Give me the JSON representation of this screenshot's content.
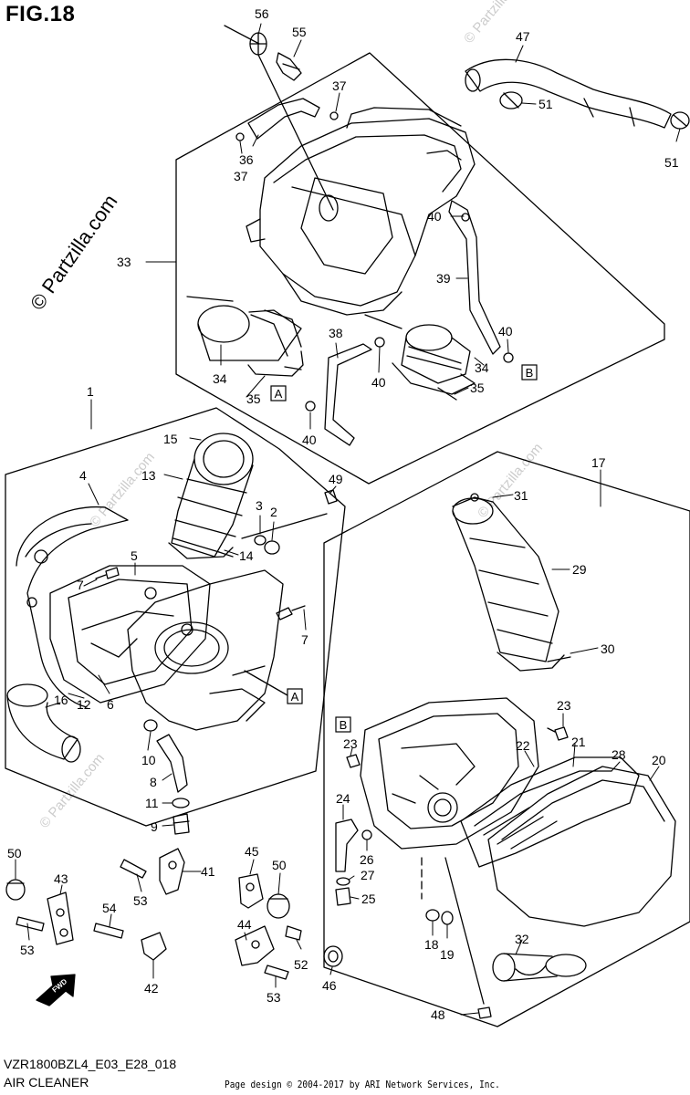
{
  "figure": {
    "title": "FIG.18",
    "model_code": "VZR1800BZL4_E03_E28_018",
    "section": "AIR CLEANER",
    "credit": "Page design © 2004-2017 by ARI Network Services, Inc.",
    "watermark": "© Partzilla.com",
    "faint_watermark": "© Partzilla.com"
  },
  "callouts": {
    "c1": "1",
    "c2": "2",
    "c3": "3",
    "c4": "4",
    "c5": "5",
    "c6": "6",
    "c7a": "7",
    "c7b": "7",
    "c8": "8",
    "c9": "9",
    "c10": "10",
    "c11": "11",
    "c12": "12",
    "c13": "13",
    "c14": "14",
    "c15": "15",
    "c16": "16",
    "c17": "17",
    "c18": "18",
    "c19": "19",
    "c20": "20",
    "c21": "21",
    "c22": "22",
    "c23a": "23",
    "c23b": "23",
    "c24": "24",
    "c25": "25",
    "c26": "26",
    "c27": "27",
    "c28": "28",
    "c29": "29",
    "c30": "30",
    "c31": "31",
    "c32": "32",
    "c33": "33",
    "c34a": "34",
    "c34b": "34",
    "c35a": "35",
    "c35b": "35",
    "c36": "36",
    "c37a": "37",
    "c37b": "37",
    "c38": "38",
    "c39": "39",
    "c40a": "40",
    "c40b": "40",
    "c40c": "40",
    "c40d": "40",
    "c41": "41",
    "c42": "42",
    "c43": "43",
    "c44": "44",
    "c45": "45",
    "c46": "46",
    "c47": "47",
    "c48": "48",
    "c49": "49",
    "c50a": "50",
    "c50b": "50",
    "c51a": "51",
    "c51b": "51",
    "c52": "52",
    "c53a": "53",
    "c53b": "53",
    "c53c": "53",
    "c54": "54",
    "c55": "55",
    "c56": "56"
  },
  "ref_boxes": {
    "a_upper": "A",
    "a_lower": "A",
    "b_upper": "B",
    "b_lower": "B"
  },
  "fwd_label": "FWD"
}
